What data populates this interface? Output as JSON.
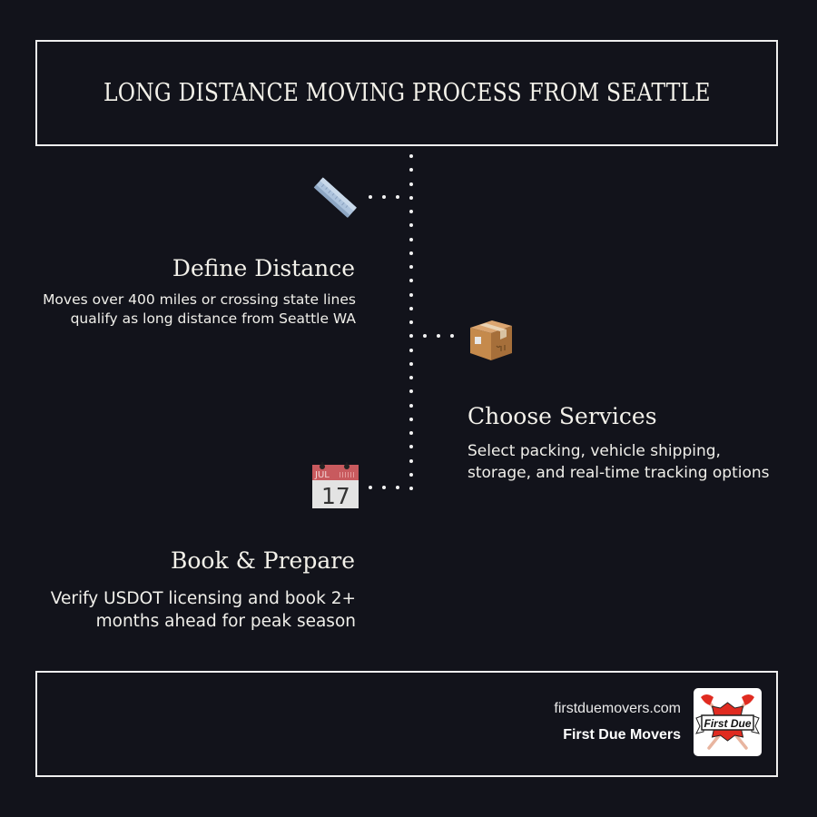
{
  "header": {
    "title": "LONG DISTANCE MOVING PROCESS FROM SEATTLE"
  },
  "steps": [
    {
      "title": "Define Distance",
      "icon": "ruler-icon",
      "description_lines": [
        "Moves over 400 miles or crossing state lines",
        "qualify as long distance from Seattle WA"
      ],
      "side": "left"
    },
    {
      "title": "Choose Services",
      "icon": "package-icon",
      "description_lines": [
        "Select packing, vehicle shipping,",
        "storage, and real-time tracking options"
      ],
      "side": "right"
    },
    {
      "title": "Book & Prepare",
      "icon": "calendar-icon",
      "calendar": {
        "month": "JUL",
        "day": "17"
      },
      "description_lines": [
        "Verify USDOT licensing and book 2+",
        "months ahead for peak season"
      ],
      "side": "left"
    }
  ],
  "footer": {
    "website": "firstduemovers.com",
    "brand": "First Due Movers",
    "logo_text": "First Due"
  },
  "colors": {
    "background": "#12131b",
    "border": "#eeeeee",
    "text": "#f3f1ea",
    "logo_red": "#e02b20"
  }
}
